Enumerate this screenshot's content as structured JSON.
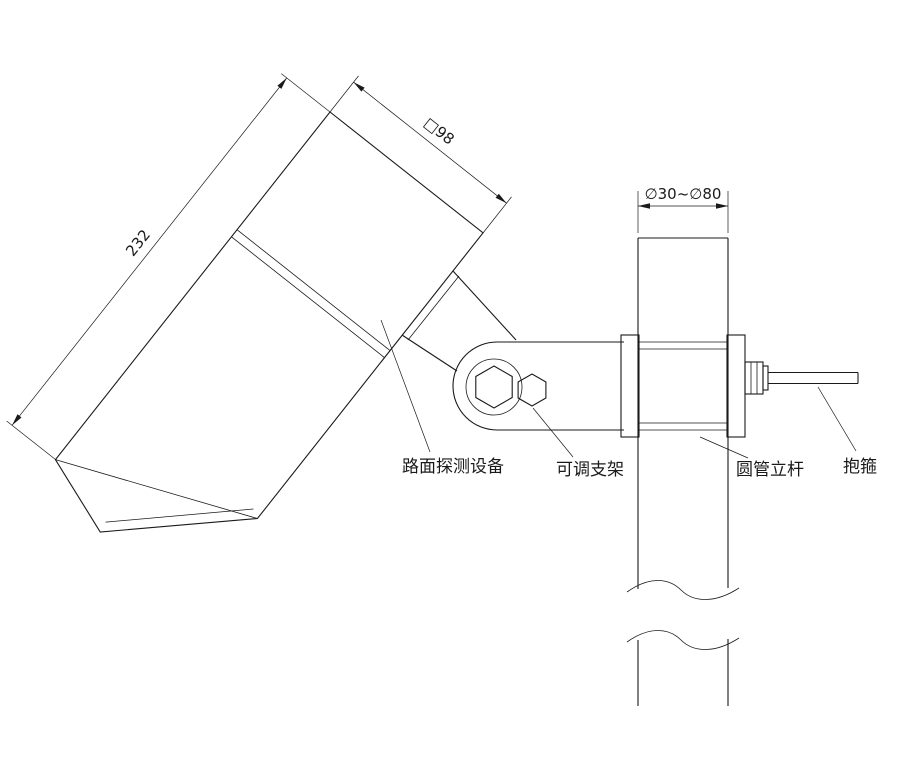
{
  "drawing": {
    "colors": {
      "line": "#1a1a1a",
      "background": "#ffffff"
    },
    "dimensions": {
      "device_face": "□98",
      "device_length": "232",
      "pole_diameter": "∅30~∅80"
    },
    "labels": {
      "device": "路面探测设备",
      "bracket": "可调支架",
      "pole": "圆管立杆",
      "clamp": "抱箍"
    }
  }
}
